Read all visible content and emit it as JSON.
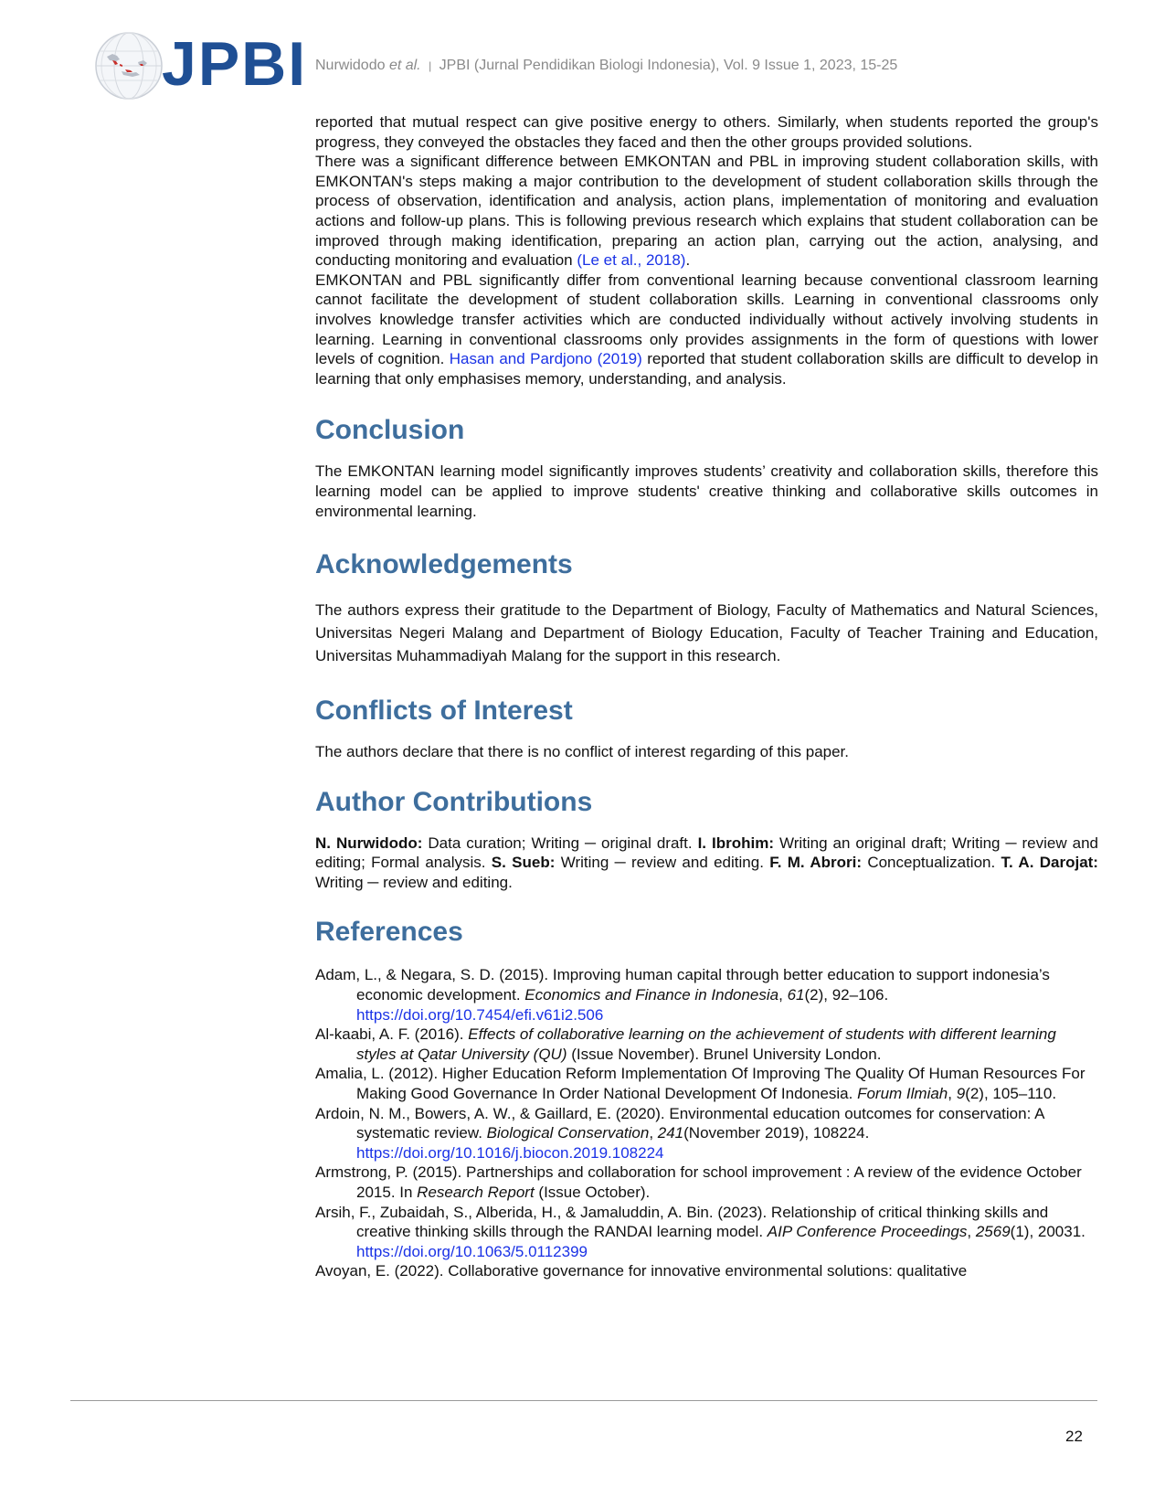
{
  "header": {
    "logo_text": "JPBI",
    "running_author": "Nurwidodo",
    "running_etal": "et al.",
    "running_sep": "|",
    "running_journal": "JPBI (Jurnal Pendidikan Biologi Indonesia), Vol. 9 Issue 1, 2023, 15-25"
  },
  "body": {
    "p1": "reported that mutual respect can give positive energy to others. Similarly, when students reported the group's progress, they conveyed the obstacles they faced and then the other groups provided solutions.",
    "p2": "There was a significant difference between EMKONTAN and PBL in improving student collaboration skills, with EMKONTAN's steps making a major contribution to the development of student collaboration skills through the process of observation, identification and analysis, action plans, implementation of monitoring and evaluation actions and follow-up plans. This is following previous research which explains that student collaboration can be improved through making identification, preparing an action plan, carrying out the action, analysing, and conducting monitoring and evaluation ",
    "p2_cite": "(Le et al., 2018)",
    "p2_end": ".",
    "p3_a": "EMKONTAN and PBL significantly differ from conventional learning because conventional classroom learning cannot facilitate the development of student collaboration skills. Learning in conventional classrooms only involves knowledge transfer activities which are conducted individually without actively involving students in learning. Learning in conventional classrooms only provides assignments in the form of questions with lower levels of cognition. ",
    "p3_cite": "Hasan and Pardjono (2019)",
    "p3_b": " reported that student collaboration skills are difficult to develop in learning that only emphasises memory, understanding, and analysis."
  },
  "conclusion": {
    "heading": "Conclusion",
    "text": "The EMKONTAN learning model significantly improves students’ creativity and collaboration skills, therefore this learning model can be applied to improve students' creative thinking and collaborative skills outcomes in environmental learning."
  },
  "acknowledgements": {
    "heading": "Acknowledgements",
    "text": "The authors express their gratitude to the Department of Biology, Faculty of Mathematics and Natural Sciences, Universitas Negeri Malang and Department of Biology Education, Faculty of Teacher Training and Education, Universitas Muhammadiyah Malang for the support in this research."
  },
  "conflicts": {
    "heading": "Conflicts of Interest",
    "text": "The authors declare that there is no conflict of interest regarding of this paper."
  },
  "contributions": {
    "heading": "Author Contributions",
    "a1_name": "N. Nurwidodo:",
    "a1_role": " Data curation; Writing ─ original draft. ",
    "a2_name": "I. Ibrohim:",
    "a2_role": " Writing an original draft; Writing ─ review and editing; Formal analysis. ",
    "a3_name": "S. Sueb:",
    "a3_role": " Writing ─ review and editing. ",
    "a4_name": "F. M. Abrori:",
    "a4_role": " Conceptualization. ",
    "a5_name": "T. A. Darojat:",
    "a5_role": " Writing ─ review and editing."
  },
  "references": {
    "heading": "References",
    "items": [
      {
        "a": "Adam, L., & Negara, S. D. (2015). Improving human capital through better education to support indonesia’s economic development. ",
        "i": "Economics and Finance in Indonesia",
        "b": ", ",
        "i2": "61",
        "c": "(2), 92–106. ",
        "doi": "https://doi.org/10.7454/efi.v61i2.506"
      },
      {
        "a": "Al-kaabi, A. F. (2016). ",
        "i": "Effects of collaborative learning on the achievement of students with different learning styles at Qatar University (QU)",
        "b": " (Issue November). Brunel University London.",
        "i2": "",
        "c": "",
        "doi": ""
      },
      {
        "a": "Amalia, L. (2012). Higher Education Reform Implementation Of Improving The Quality Of Human Resources For Making Good Governance In Order National Development Of Indonesia. ",
        "i": "Forum Ilmiah",
        "b": ", ",
        "i2": "9",
        "c": "(2), 105–110.",
        "doi": ""
      },
      {
        "a": "Ardoin, N. M., Bowers, A. W., & Gaillard, E. (2020). Environmental education outcomes for conservation: A systematic review. ",
        "i": "Biological Conservation",
        "b": ", ",
        "i2": "241",
        "c": "(November 2019), 108224. ",
        "doi": "https://doi.org/10.1016/j.biocon.2019.108224"
      },
      {
        "a": "Armstrong, P. (2015). Partnerships and collaboration for school improvement : A review of the evidence October 2015. In ",
        "i": "Research Report",
        "b": " (Issue October).",
        "i2": "",
        "c": "",
        "doi": ""
      },
      {
        "a": "Arsih, F., Zubaidah, S., Alberida, H., & Jamaluddin, A. Bin. (2023). Relationship of critical thinking skills and creative thinking skills through the RANDAI learning model. ",
        "i": "AIP Conference Proceedings",
        "b": ", ",
        "i2": "2569",
        "c": "(1), 20031. ",
        "doi": "https://doi.org/10.1063/5.0112399"
      },
      {
        "a": "Avoyan, E. (2022). Collaborative governance for innovative environmental solutions: qualitative",
        "i": "",
        "b": "",
        "i2": "",
        "c": "",
        "doi": ""
      }
    ]
  },
  "footer": {
    "page_number": "22"
  },
  "colors": {
    "heading": "#3e6e9d",
    "link": "#1a32e6",
    "logo": "#1f4f94",
    "running_head": "#8a8a8a"
  }
}
